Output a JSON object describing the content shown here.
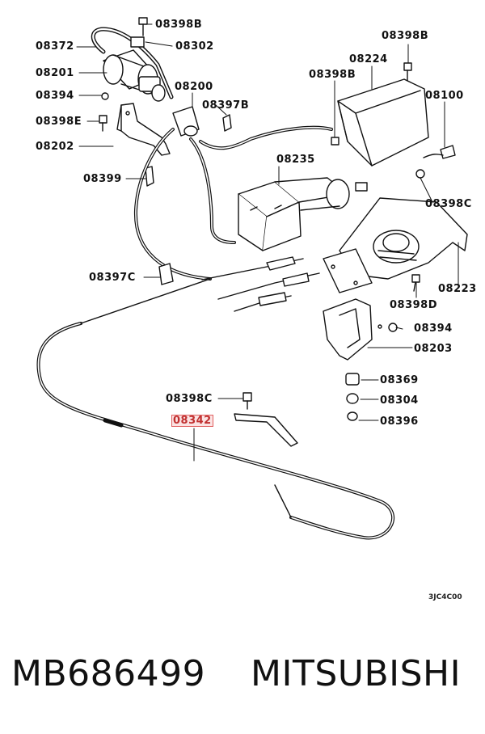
{
  "diagram": {
    "labels": {
      "l08398B_top": "08398B",
      "l08302": "08302",
      "l08372": "08372",
      "l08201": "08201",
      "l08394_left": "08394",
      "l08398E": "08398E",
      "l08202": "08202",
      "l08399": "08399",
      "l08200": "08200",
      "l08397B": "08397B",
      "l08398B_right": "08398B",
      "l08224": "08224",
      "l08398B_mid": "08398B",
      "l08100": "08100",
      "l08235": "08235",
      "l08398C_right": "08398C",
      "l08397C": "08397C",
      "l08223": "08223",
      "l08398D": "08398D",
      "l08394_right": "08394",
      "l08203": "08203",
      "l08369": "08369",
      "l08398C_low": "08398C",
      "l08304": "08304",
      "l08342": "08342",
      "l08396": "08396"
    },
    "highlighted_label": "08342",
    "drawing_code": "3JC4C00"
  },
  "footer": {
    "part_number": "MB686499",
    "brand": "MITSUBISHI"
  }
}
